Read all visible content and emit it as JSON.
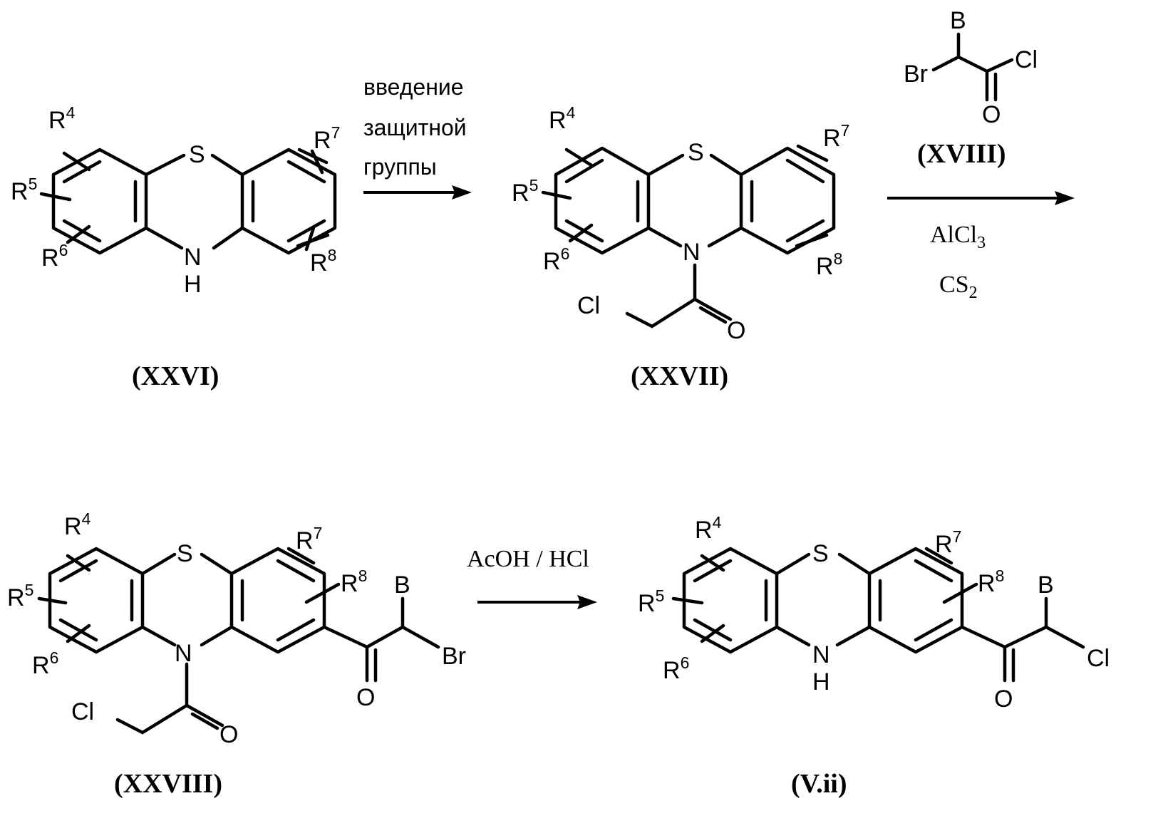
{
  "compounds": {
    "xxvi": "(XXVI)",
    "xxvii": "(XXVII)",
    "xviii": "(XVIII)",
    "xxviii": "(XXVIII)",
    "vii": "(V.ii)"
  },
  "steps": {
    "step1": [
      "введение",
      "защитной",
      "группы"
    ],
    "step2_reagents": [
      "AlCl",
      "3",
      "CS",
      "2"
    ],
    "step3": "AcOH / HCl"
  },
  "atoms": {
    "S": "S",
    "N": "N",
    "H": "H",
    "O": "O",
    "Cl": "Cl",
    "Br": "Br",
    "B": "B",
    "R": "R",
    "n4": "4",
    "n5": "5",
    "n6": "6",
    "n7": "7",
    "n8": "8"
  }
}
